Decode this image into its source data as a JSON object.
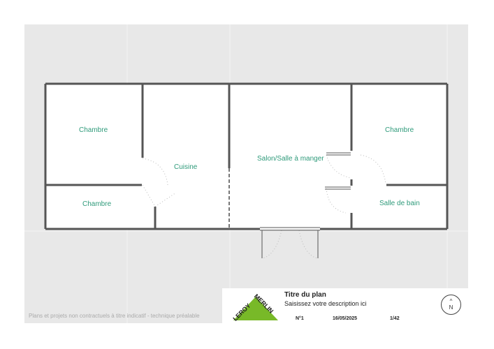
{
  "rooms": {
    "chambre_1": "Chambre",
    "chambre_2": "Chambre",
    "cuisine": "Cuisine",
    "salon": "Salon/Salle à manger",
    "chambre_3": "Chambre",
    "salle_de_bain": "Salle de bain"
  },
  "disclaimer": "Plans et projets non contractuels à titre indicatif - technique préalable",
  "footer": {
    "brand": "LEROY MERLIN",
    "title": "Titre du plan",
    "description": "Saisissez votre description ici",
    "number": "N°1",
    "date": "16/05/2025",
    "scale": "1/42",
    "compass": "N"
  },
  "colors": {
    "wall": "#555555",
    "label": "#2e9a7a",
    "brand_green": "#78b928",
    "background": "#e8e8e8"
  }
}
